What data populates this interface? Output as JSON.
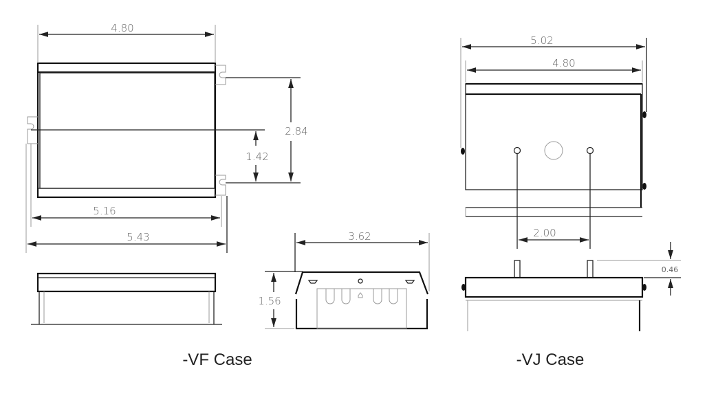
{
  "vf_case": {
    "caption": "-VF Case",
    "dims": {
      "top_width": "4.80",
      "mount_spacing": "2.84",
      "half_spacing": "1.42",
      "inner_width": "5.16",
      "overall_width": "5.43",
      "end_width": "3.62",
      "height": "1.56"
    }
  },
  "vj_case": {
    "caption": "-VJ Case",
    "dims": {
      "overall_width": "5.02",
      "body_width": "4.80",
      "terminal_spacing": "2.00",
      "terminal_height": "0.46"
    }
  }
}
